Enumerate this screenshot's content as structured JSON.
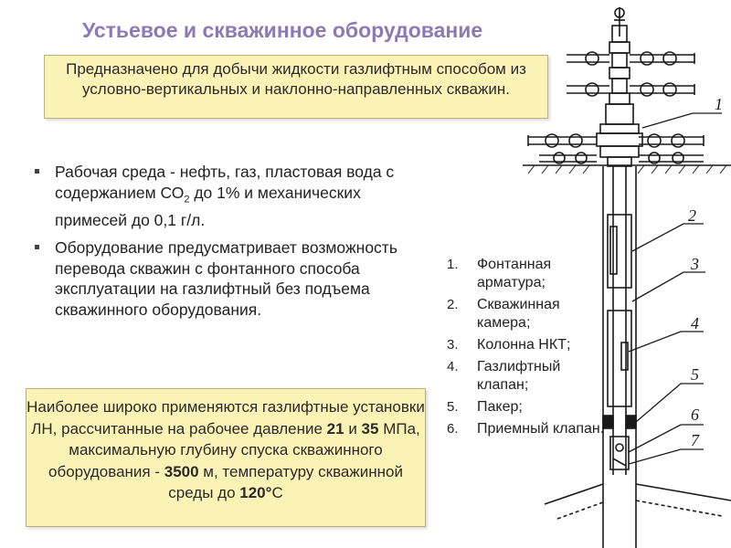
{
  "title": "Устьевое и скважинное оборудование",
  "intro_box": {
    "text": "Предназначено для добычи жидкости газлифтным способом из условно-вертикальных и наклонно-направленных скважин."
  },
  "bullets": [
    {
      "pre": "Рабочая среда - нефть, газ, пластовая вода с содержанием СО",
      "sub": "2",
      "post": " до 1% и механических примесей до 0,1 г/л."
    },
    {
      "text": "Оборудование предусматривает возможность перевода скважин с фонтанного способа эксплуатации на газлифтный без подъема скважинного оборудования."
    }
  ],
  "info_box": {
    "t1": "Наиболее широко применяются газлифтные установки ЛН, рассчитанные на рабочее давление ",
    "b1": "21",
    "t2": " и ",
    "b2": "35",
    "t3": " МПа, максимальную глубину спуска скважинного оборудования - ",
    "b3": "3500",
    "t4": " м, температуру скважинной среды до ",
    "b4": "120°",
    "t5": "С"
  },
  "legend": [
    {
      "num": "1.",
      "label": "Фонтанная арматура;"
    },
    {
      "num": "2.",
      "label": "Скважинная камера;"
    },
    {
      "num": "3.",
      "label": "Колонна НКТ;"
    },
    {
      "num": "4.",
      "label": "Газлифтный клапан;"
    },
    {
      "num": "5.",
      "label": "Пакер;"
    },
    {
      "num": "6.",
      "label": "Приемный клапан."
    }
  ],
  "diagram_callouts": [
    "1",
    "2",
    "3",
    "4",
    "5",
    "6",
    "7"
  ]
}
